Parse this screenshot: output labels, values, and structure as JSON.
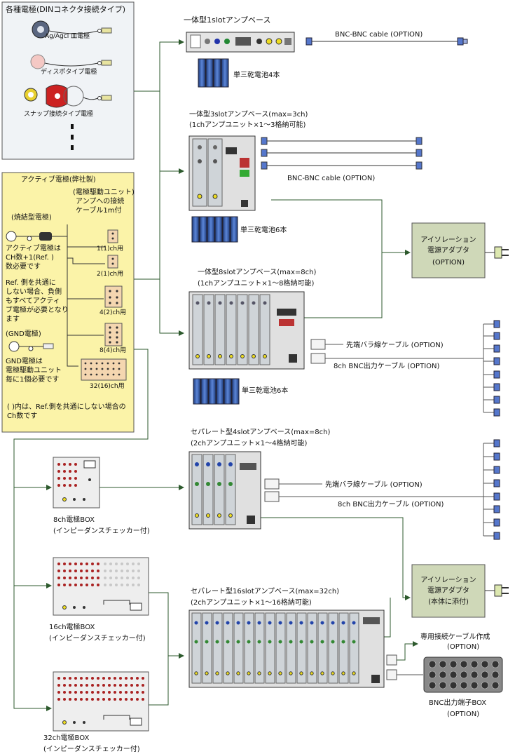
{
  "electrodes": {
    "title": "各種電極(DINコネクタ接続タイプ)",
    "agagcl": "Ag/Agcl 皿電極",
    "dispo": "ディスポタイプ電極",
    "snap": "スナップ接続タイプ電極"
  },
  "active": {
    "title": "アクティブ電極(弊社製)",
    "unit_caption": [
      "(電極駆動ユニット)",
      "アンプへの接続",
      "ケーブル1m付"
    ],
    "sintered_title": "(焼結型電極)",
    "note1": [
      "アクティブ電極は",
      "CH数+1(Ref. )",
      "数必要です"
    ],
    "note2": [
      "Ref. 側を共通に",
      "しない場合、負側",
      "もすべてアクティ",
      "ブ電極が必要となり",
      "ます"
    ],
    "gnd_title": "(GND電極)",
    "note3": [
      "GND電極は",
      "電極駆動ユニット",
      "毎に1個必要です"
    ],
    "unit_labels": [
      "1(1)ch用",
      "2(1)ch用",
      "4(2)ch用",
      "8(4)ch用",
      "32(16)ch用"
    ],
    "footnote": [
      "( )内は、Ref.側を共通にしない場合の",
      "Ch数です"
    ]
  },
  "base1": {
    "title": "一体型1slotアンプベース",
    "battery": "単三乾電池4本",
    "cable": "BNC-BNC cable (OPTION)"
  },
  "base3": {
    "title": "一体型3slotアンプベース(max=3ch)",
    "sub": "(1chアンプユニット×1～3格納可能)",
    "cable": "BNC-BNC cable (OPTION)",
    "battery": "単三乾電池6本"
  },
  "adapter1": [
    "アイソレーション",
    "電源アダプタ",
    "(OPTION)"
  ],
  "base8": {
    "title": "一体型8slotアンプベース(max=8ch)",
    "sub": "(1chアンプユニット×1～8格納可能)",
    "cable1": "先端バラ線ケーブル (OPTION)",
    "cable2": "8ch BNC出力ケーブル (OPTION)",
    "battery": "単三乾電池6本"
  },
  "sep4": {
    "title": "セパレート型4slotアンプベース(max=8ch)",
    "sub": "(2chアンプユニット×1～4格納可能)",
    "cable1": "先端バラ線ケーブル (OPTION)",
    "cable2": "8ch BNC出力ケーブル (OPTION)"
  },
  "box8": [
    "8ch電極BOX",
    "(インピーダンスチェッカー付)"
  ],
  "adapter2": [
    "アイソレーション",
    "電源アダプタ",
    "(本体に添付)"
  ],
  "box16": [
    "16ch電極BOX",
    "(インピーダンスチェッカー付)"
  ],
  "sep16": {
    "title": "セパレート型16slotアンプベース(max=32ch)",
    "sub": "(2chアンプユニット×1～16格納可能)",
    "custom": [
      "専用接続ケーブル作成",
      "(OPTION)"
    ],
    "bncbox": [
      "BNC出力端子BOX",
      "(OPTION)"
    ]
  },
  "box32": [
    "32ch電極BOX",
    "(インピーダンスチェッカー付)"
  ]
}
